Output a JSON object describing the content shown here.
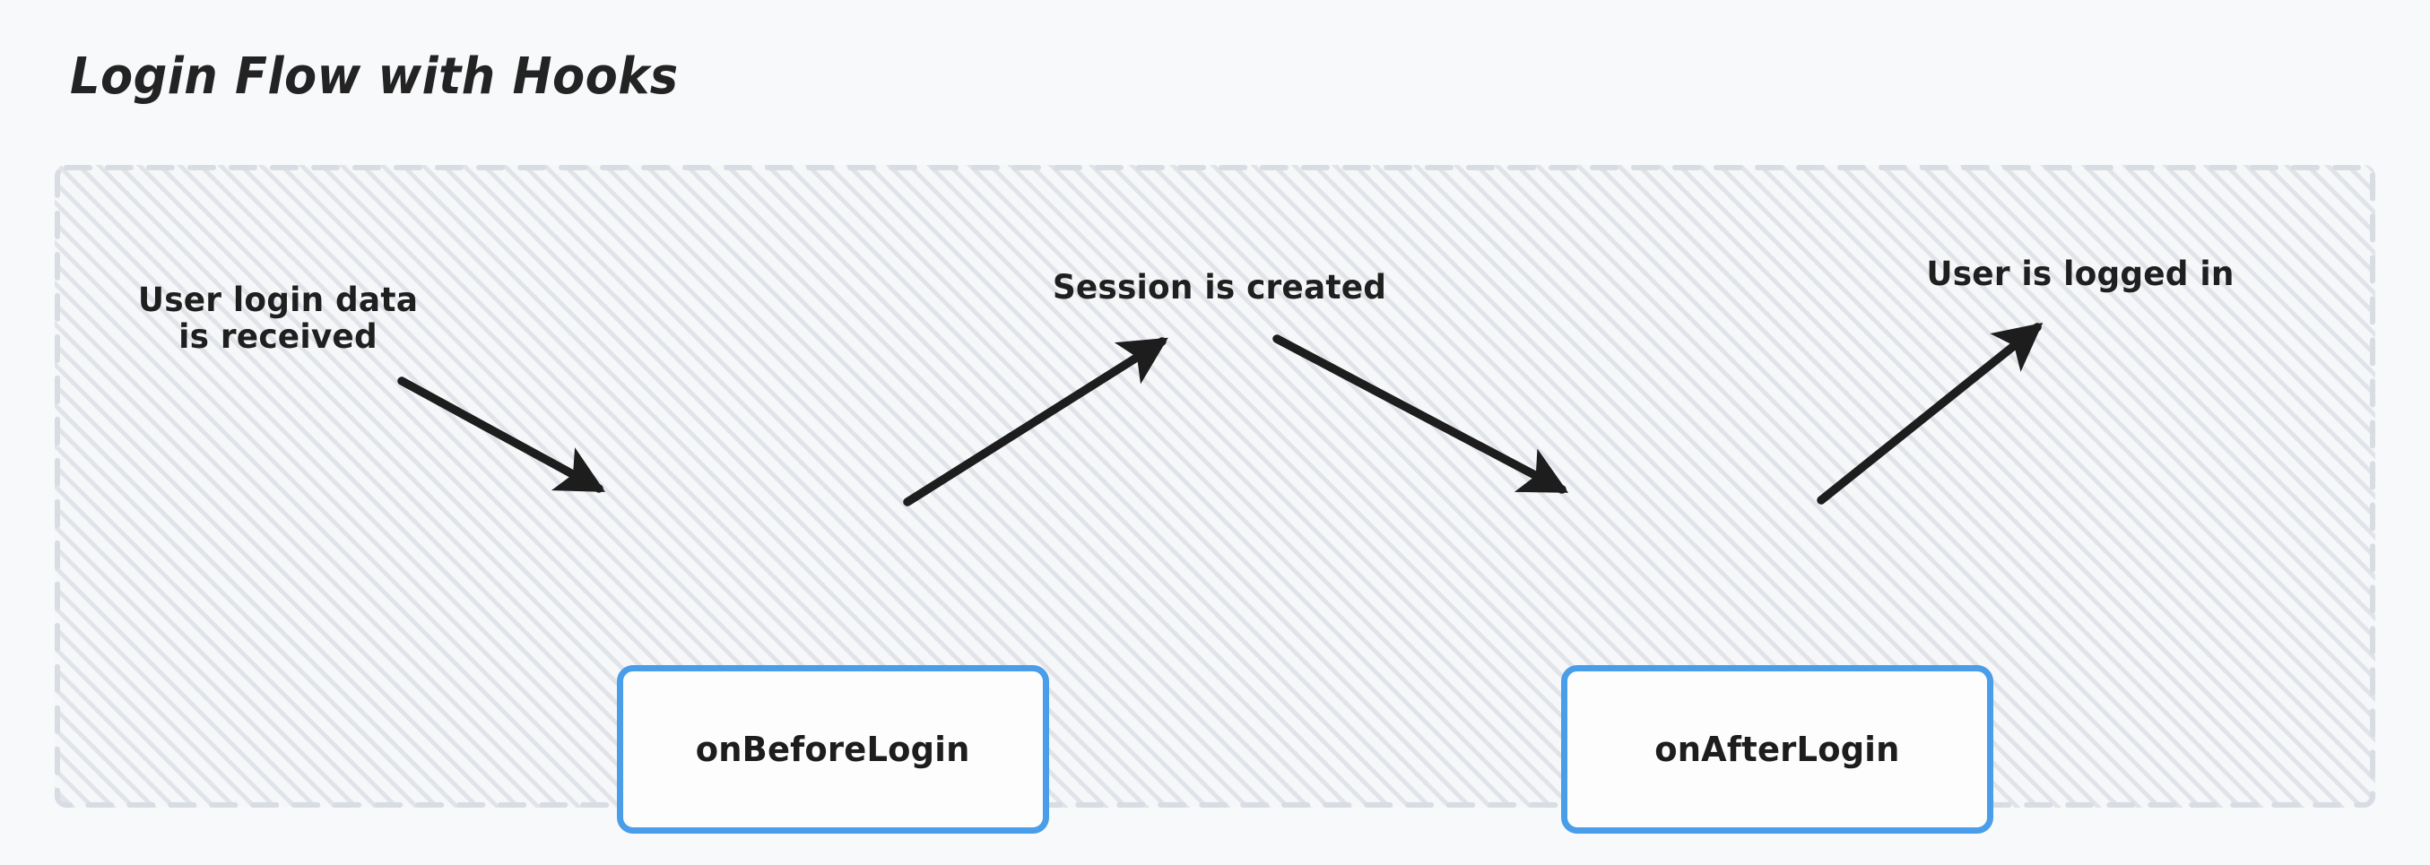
{
  "page": {
    "title": "Login Flow with Hooks",
    "background_color": "#f7f9fb"
  },
  "container": {
    "name": "flow-container",
    "border_style": "dashed",
    "border_color": "#d5d9e0",
    "fill_color": "#f6f7f9",
    "hatch_color": "#ced3db"
  },
  "colors": {
    "box_border": "#4a9de8",
    "box_fill": "#fdfdfd",
    "text": "#1f1f1f",
    "arrow": "#1d1d1d",
    "title": "#232323"
  },
  "nodes": [
    {
      "id": "onBeforeLogin",
      "label": "onBeforeLogin"
    },
    {
      "id": "onAfterLogin",
      "label": "onAfterLogin"
    }
  ],
  "edge_labels": [
    {
      "id": "user-login-data-received",
      "text": "User login data\nis received"
    },
    {
      "id": "session-is-created",
      "text": "Session is created"
    },
    {
      "id": "user-is-logged-in",
      "text": "User is logged in"
    }
  ],
  "arrows": [
    {
      "id": "arrow-input-to-onbeforelogin",
      "direction": "down-right",
      "from": "User login data is received",
      "to": "onBeforeLogin"
    },
    {
      "id": "arrow-onbeforelogin-to-session",
      "direction": "up-right",
      "from": "onBeforeLogin",
      "to": "Session is created"
    },
    {
      "id": "arrow-session-to-onafterlogin",
      "direction": "down-right",
      "from": "Session is created",
      "to": "onAfterLogin"
    },
    {
      "id": "arrow-onafterlogin-to-loggedin",
      "direction": "up-right",
      "from": "onAfterLogin",
      "to": "User is logged in"
    }
  ]
}
